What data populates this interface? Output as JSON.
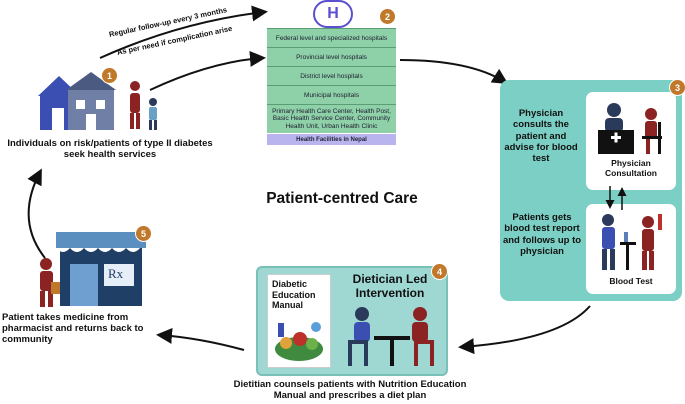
{
  "title": "Patient-centred Care",
  "steps": {
    "s1": {
      "num": "1",
      "label": "Individuals on risk/patients of type II diabetes seek health services"
    },
    "s2": {
      "num": "2",
      "tiers": [
        "Federal level and specialized hospitals",
        "Provincial level hospitals",
        "District level hospitals",
        "Municipal hospitals",
        "Primary Health Care Center, Health Post, Basic Health Service Center, Community Health Unit, Urban Health Clinic"
      ],
      "footer": "Health Facilities in Nepal"
    },
    "s3": {
      "num": "3",
      "consult_text": "Physician consults the patient and advise for blood test",
      "consult_caption": "Physician Consultation",
      "blood_text": "Patients gets blood test report and follows up to physician",
      "blood_caption": "Blood Test"
    },
    "s4": {
      "num": "4",
      "panel_title": "Dietician Led Intervention",
      "book_title": "Diabetic Education Manual",
      "label": "Dietitian counsels patients with Nutrition Education Manual and prescribes a diet plan"
    },
    "s5": {
      "num": "5",
      "sign": "Rx",
      "label": "Patient takes medicine from pharmacist and returns back to community"
    }
  },
  "arrow_labels": {
    "followup": "Regular follow-up every 3 months",
    "complication": "As per need if complication arise"
  },
  "colors": {
    "badge": "#c0792a",
    "hospital_green": "#8ed0a8",
    "nepal_bar": "#b9b4ee",
    "panel_teal": "#7ccfc4",
    "dietician_panel": "#9fd7d3",
    "house_blue": "#3b4fb3",
    "patient_red": "#8b2323"
  }
}
